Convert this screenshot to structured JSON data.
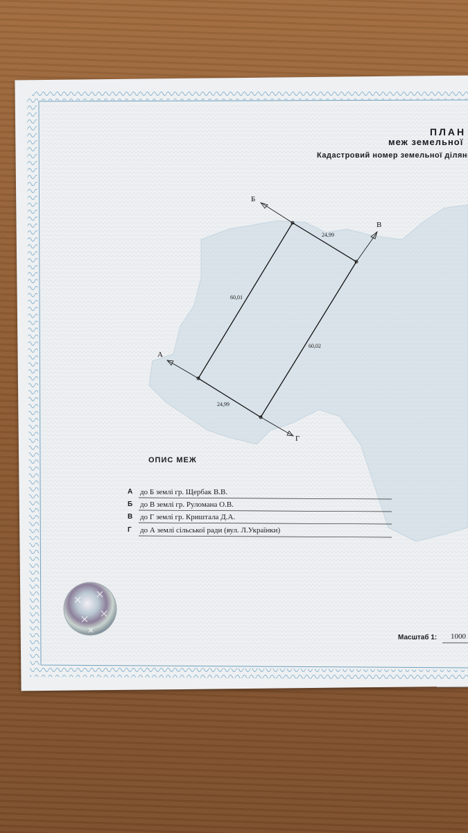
{
  "header": {
    "title": "ПЛАН",
    "subtitle": "меж земельної",
    "cadastral_label": "Кадастровий номер земельної ділянки"
  },
  "plot": {
    "points": [
      "А",
      "Б",
      "В",
      "Г"
    ],
    "dimensions": {
      "top": "24,99",
      "left": "60,01",
      "right": "60,02",
      "bottom": "24,99"
    }
  },
  "boundaries": {
    "title": "ОПИС МЕЖ",
    "rows": [
      {
        "label": "А",
        "text": "до Б   землі гр. Щербак В.В."
      },
      {
        "label": "Б",
        "text": "до В   землі гр. Руломана О.В."
      },
      {
        "label": "В",
        "text": "до Г   землі гр. Криштала Д.А."
      },
      {
        "label": "Г",
        "text": "до А   землі сільської ради (вул. Л.Українки)"
      }
    ]
  },
  "scale": {
    "label": "Масштаб  1:",
    "value": "1000"
  },
  "colors": {
    "frame": "#7fb0cc",
    "map_shade": "#c7d6e0",
    "paper": "#eef0f2"
  }
}
